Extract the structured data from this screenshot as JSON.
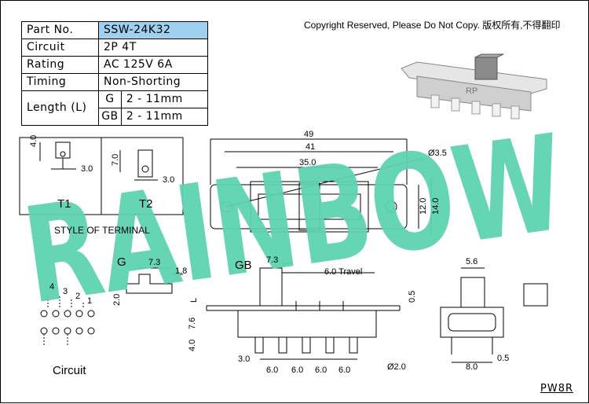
{
  "spec_table": {
    "part_no_label": "Part No.",
    "part_no_value": "SSW-24K32",
    "circuit_label": "Circuit",
    "circuit_value": "2P 4T",
    "rating_label": "Rating",
    "rating_value": "AC 125V 6A",
    "timing_label": "Timing",
    "timing_value": "Non-Shorting",
    "length_label": "Length (L)",
    "length_g_label": "G",
    "length_g_value": "2 - 11mm",
    "length_gb_label": "GB",
    "length_gb_value": "2 - 11mm"
  },
  "copyright": "Copyright Reserved, Please Do Not Copy. 版权所有,不得翻印",
  "watermark": "RAINBOW",
  "watermark_color": "#5ed3b0",
  "terminal_styles": {
    "t1_label": "T1",
    "t2_label": "T2",
    "caption": "STYLE OF TERMINAL",
    "t1_height": "4.0",
    "t1_width": "3.0",
    "t2_height": "7.0",
    "t2_width": "3.0"
  },
  "top_view": {
    "dim_49": "49",
    "dim_41": "41",
    "dim_35": "35.0",
    "hole_dia": "Ø3.5",
    "dim_12": "12.0",
    "dim_14": "14.0"
  },
  "actuator_views": {
    "g_label": "G",
    "g_width": "7.3",
    "g_height": "1.8",
    "gb_label": "GB",
    "gb_width": "7.3",
    "g_side": "2.0",
    "travel": "6.0  Travel",
    "l_label": "L",
    "dim_0_5": "0.5",
    "dim_7_6": "7.6",
    "dim_4_0": "4.0",
    "dim_3_0": "3.0",
    "pitch": [
      "6.0",
      "6.0",
      "6.0",
      "6.0"
    ],
    "pin_dia": "Ø2.0"
  },
  "circuit": {
    "caption": "Circuit",
    "pins": [
      "4",
      "3",
      "2",
      "1"
    ]
  },
  "side_view": {
    "width_top": "5.6",
    "width_bottom": "8.0",
    "dim_0_5": "0.5"
  },
  "model_code": "PW8R"
}
